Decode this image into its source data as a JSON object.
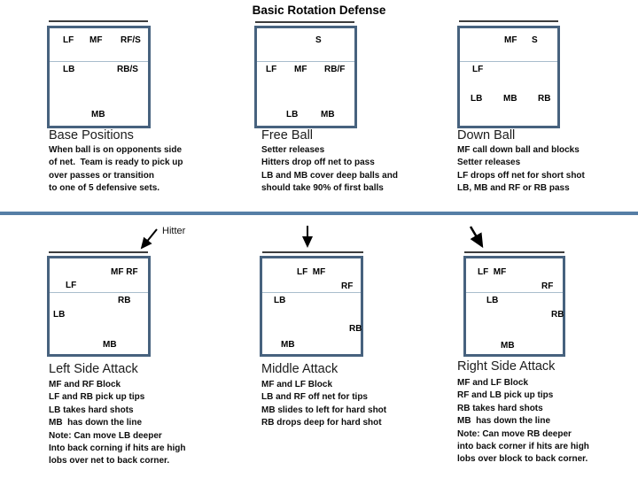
{
  "title": "Basic Rotation Defense",
  "colors": {
    "court_border": "#47627e",
    "divider": "#567ea6",
    "attack_line": "#a9bdcc",
    "net_line": "#3c3c3c",
    "text": "#0d0d0d"
  },
  "annotations": {
    "hitter": "Hitter"
  },
  "courts": {
    "base": {
      "heading": "Base Positions",
      "players": {
        "lf": "LF",
        "mf": "MF",
        "rfs": "RF/S",
        "lb": "LB",
        "rbs": "RB/S",
        "mb": "MB"
      },
      "lines": [
        "When ball is on opponents side",
        "of net.  Team is ready to pick up",
        "over passes or transition",
        "to one of 5 defensive sets."
      ]
    },
    "free_ball": {
      "heading": "Free Ball",
      "players": {
        "s": "S",
        "lf": "LF",
        "mf": "MF",
        "rbf": "RB/F",
        "lb": "LB",
        "mb": "MB"
      },
      "lines": [
        "Setter releases",
        "Hitters drop off net to pass",
        "LB and MB cover deep balls and",
        "should take 90% of first balls"
      ]
    },
    "down_ball": {
      "heading": "Down Ball",
      "players": {
        "mf": "MF",
        "s": "S",
        "lf": "LF",
        "lb": "LB",
        "mb": "MB",
        "rb": "RB"
      },
      "lines": [
        "MF call down ball and blocks",
        "Setter releases",
        "LF drops off net for short shot",
        "LB, MB and RF or RB pass"
      ]
    },
    "left_attack": {
      "heading": "Left Side Attack",
      "players": {
        "mfrf": "MF RF",
        "lf": "LF",
        "rb": "RB",
        "lb": "LB",
        "mb": "MB"
      },
      "lines": [
        "MF and RF Block",
        "LF and RB pick up tips",
        "LB takes hard shots",
        "MB  has down the line",
        "Note: Can move LB deeper",
        "Into back corning if hits are high",
        "lobs over net to back corner."
      ]
    },
    "middle_attack": {
      "heading": "Middle Attack",
      "players": {
        "lfmf": "LF  MF",
        "rf": "RF",
        "lb": "LB",
        "rb": "RB",
        "mb": "MB"
      },
      "lines": [
        "MF and LF Block",
        "LB and RF off net for tips",
        "MB slides to left for hard shot",
        "RB drops deep for hard shot"
      ]
    },
    "right_attack": {
      "heading": "Right Side Attack",
      "players": {
        "lfmf": "LF  MF",
        "rf": "RF",
        "lb": "LB",
        "rb": "RB",
        "mb": "MB"
      },
      "lines": [
        "MF and LF Block",
        "RF and LB pick up tips",
        "RB takes hard shots",
        "MB  has down the line",
        "Note: Can move RB deeper",
        "into back corner if hits are high",
        "lobs over block to back corner."
      ]
    }
  }
}
